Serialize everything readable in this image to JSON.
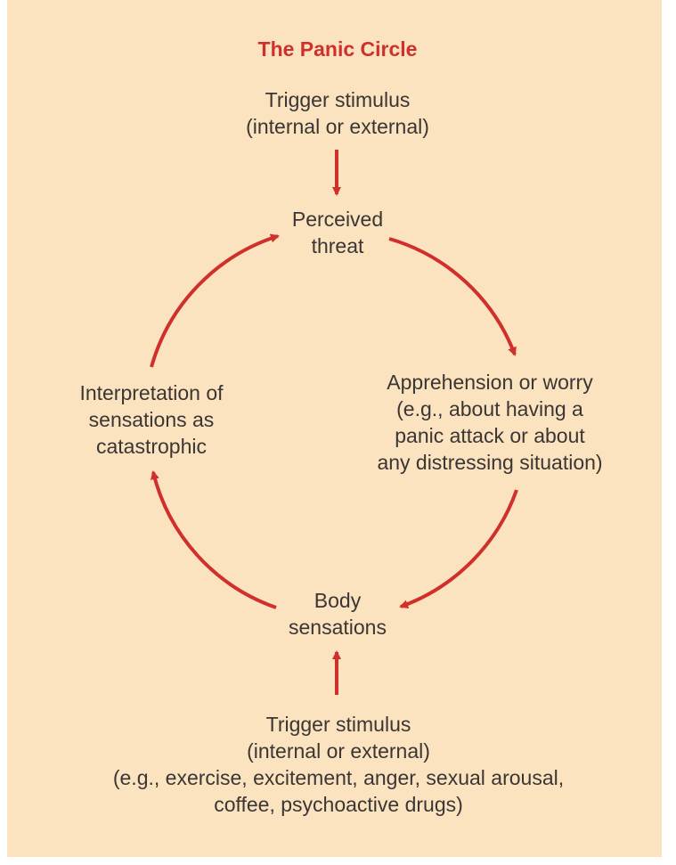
{
  "title": "The Panic Circle",
  "nodes": {
    "trigger_top": [
      "Trigger stimulus",
      "(internal or external)"
    ],
    "perceived_threat": [
      "Perceived",
      "threat"
    ],
    "apprehension": [
      "Apprehension or worry",
      "(e.g., about having a",
      "panic attack or about",
      "any distressing situation)"
    ],
    "body_sensations": [
      "Body",
      "sensations"
    ],
    "interpretation": [
      "Interpretation of",
      "sensations as",
      "catastrophic"
    ],
    "trigger_bottom": [
      "Trigger stimulus",
      "(internal or external)",
      "(e.g., exercise, excitement, anger, sexual arousal,",
      "coffee, psychoactive drugs)"
    ]
  },
  "colors": {
    "background": "#fce3c0",
    "accent": "#d0302b",
    "text": "#3a3634"
  }
}
